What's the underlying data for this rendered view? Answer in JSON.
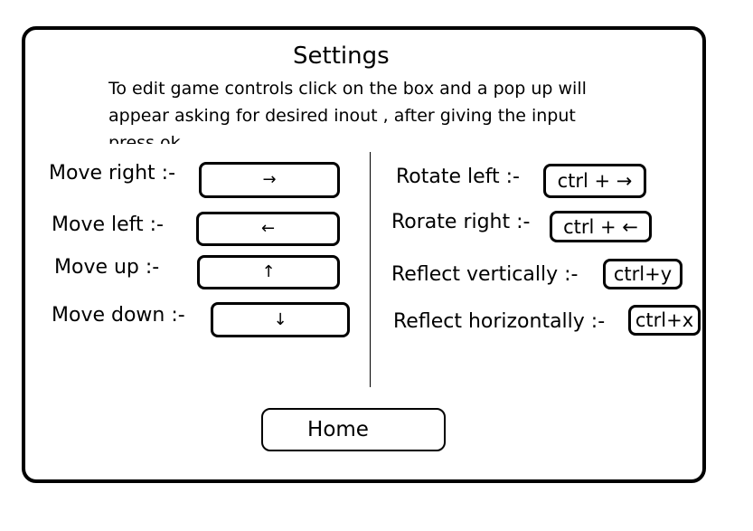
{
  "settings": {
    "title": "Settings",
    "instructions": "To edit game controls click on the box and a pop up will appear asking for desired inout  , after giving the input press ok",
    "left_controls": [
      {
        "label": "Move right :-",
        "key": "→",
        "icon": "arrow-right-icon"
      },
      {
        "label": "Move left :-",
        "key": "←",
        "icon": "arrow-left-icon"
      },
      {
        "label": "Move up :-",
        "key": "↑",
        "icon": "arrow-up-icon"
      },
      {
        "label": "Move down :-",
        "key": "↓",
        "icon": "arrow-down-icon"
      }
    ],
    "right_controls": [
      {
        "label": "Rotate left :-",
        "key": "ctrl + →"
      },
      {
        "label": "Rorate right :-",
        "key": "ctrl + ←"
      },
      {
        "label": "Reflect vertically  :-",
        "key": "ctrl+y"
      },
      {
        "label": "Reflect horizontally  :-",
        "key": "ctrl+x"
      }
    ],
    "home_label": "Home"
  }
}
